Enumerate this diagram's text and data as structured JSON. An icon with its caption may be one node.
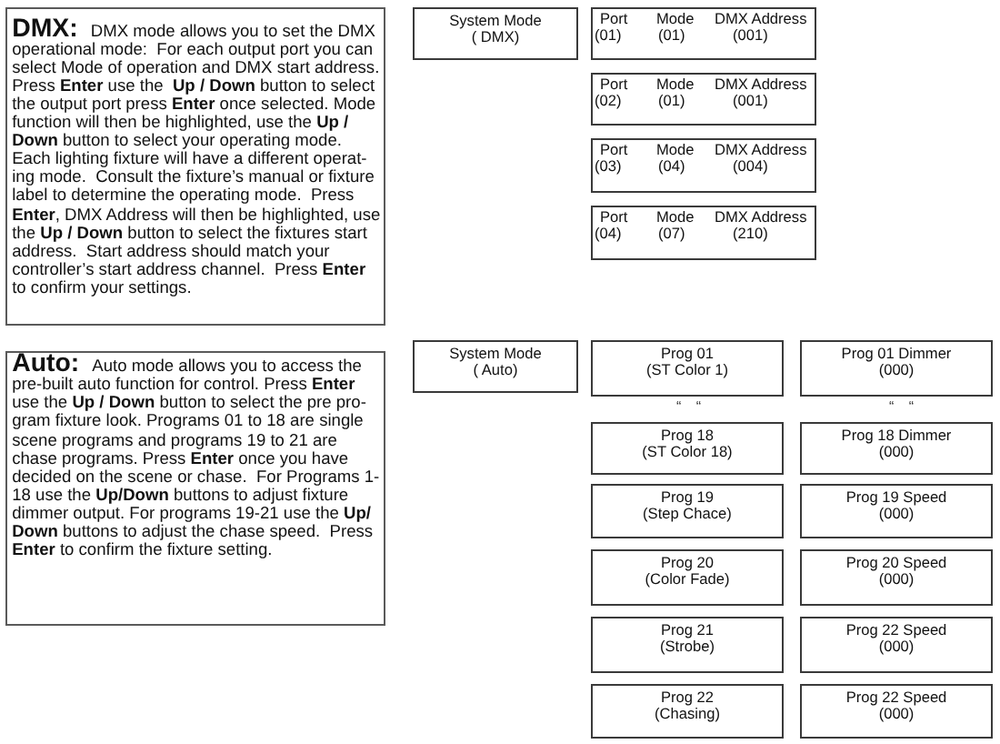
{
  "diagram": {
    "nodes": [
      {
        "text": [
          "DMX:",
          "DMX mode allows you to set the DMX operational mode:  For each output port you can select Mode of operation and DMX start address. Press **Enter** use the  **Up / Down** button to select the output port press **Enter** once selected. Mode function will then be highlighted, use the **Up / Down** button to select your operating mode. Each lighting fixture will have a different operat- ing mode.  Consult the fixture’s manual or fixture label to determine the operating mode.  Press **Enter**, DMX Address will then be highlighted, use the **Up / Down** button to select the fixtures start address.  Start address should match your controller’s start address channel.  Press **Enter** to confirm your settings."
        ]
      },
      {
        "text": [
          "System Mode",
          "( DMX)"
        ]
      },
      {
        "text": [
          "Port",
          "Mode",
          "DMX Address",
          "(01)",
          "(01)",
          "(001)"
        ]
      },
      {
        "text": [
          "Port",
          "Mode",
          "DMX Address",
          "(02)",
          "(01)",
          "(001)"
        ]
      },
      {
        "text": [
          "Port",
          "Mode",
          "DMX Address",
          "(03)",
          "(04)",
          "(004)"
        ]
      },
      {
        "text": [
          "Port",
          "Mode",
          "DMX Address",
          "(04)",
          "(07)",
          "(210)"
        ]
      },
      {
        "text": [
          "Auto:",
          "Auto mode allows you to access the pre-built auto function for control. Press **Enter** use the **Up / Down** button to select the pre pro- gram fixture look. Programs 01 to 18 are single scene programs and programs 19 to 21 are chase programs. Press **Enter** once you have decided on the scene or chase.  For Programs 1- 18 use the **Up/Down** buttons to adjust fixture dimmer output. For programs 19-21 use the **Up/ Down** buttons to adjust the chase speed.  Press **Enter** to confirm the fixture setting."
        ]
      },
      {
        "text": [
          "System Mode",
          "( Auto)"
        ]
      },
      {
        "text": [
          "Prog 01",
          "(ST Color 1)"
        ]
      },
      {
        "text": [
          "Prog 01 Dimmer",
          "(000)"
        ]
      },
      {
        "text": [
          "Prog 18",
          "(ST Color 18)"
        ]
      },
      {
        "text": [
          "Prog 18 Dimmer",
          "(000)"
        ]
      },
      {
        "text": [
          "Prog 19",
          "(Step Chace)"
        ]
      },
      {
        "text": [
          "Prog 19 Speed",
          "(000)"
        ]
      },
      {
        "text": [
          "Prog 20",
          "(Color Fade)"
        ]
      },
      {
        "text": [
          "Prog 20 Speed",
          "(000)"
        ]
      },
      {
        "text": [
          "Prog 21",
          "(Strobe)"
        ]
      },
      {
        "text": [
          "Prog 22 Speed",
          "(000)"
        ]
      },
      {
        "text": [
          "Prog 22",
          "(Chasing)"
        ]
      },
      {
        "text": [
          "Prog 22 Speed",
          "(000)"
        ]
      }
    ],
    "labels": [
      "“ “",
      "“ “"
    ]
  }
}
